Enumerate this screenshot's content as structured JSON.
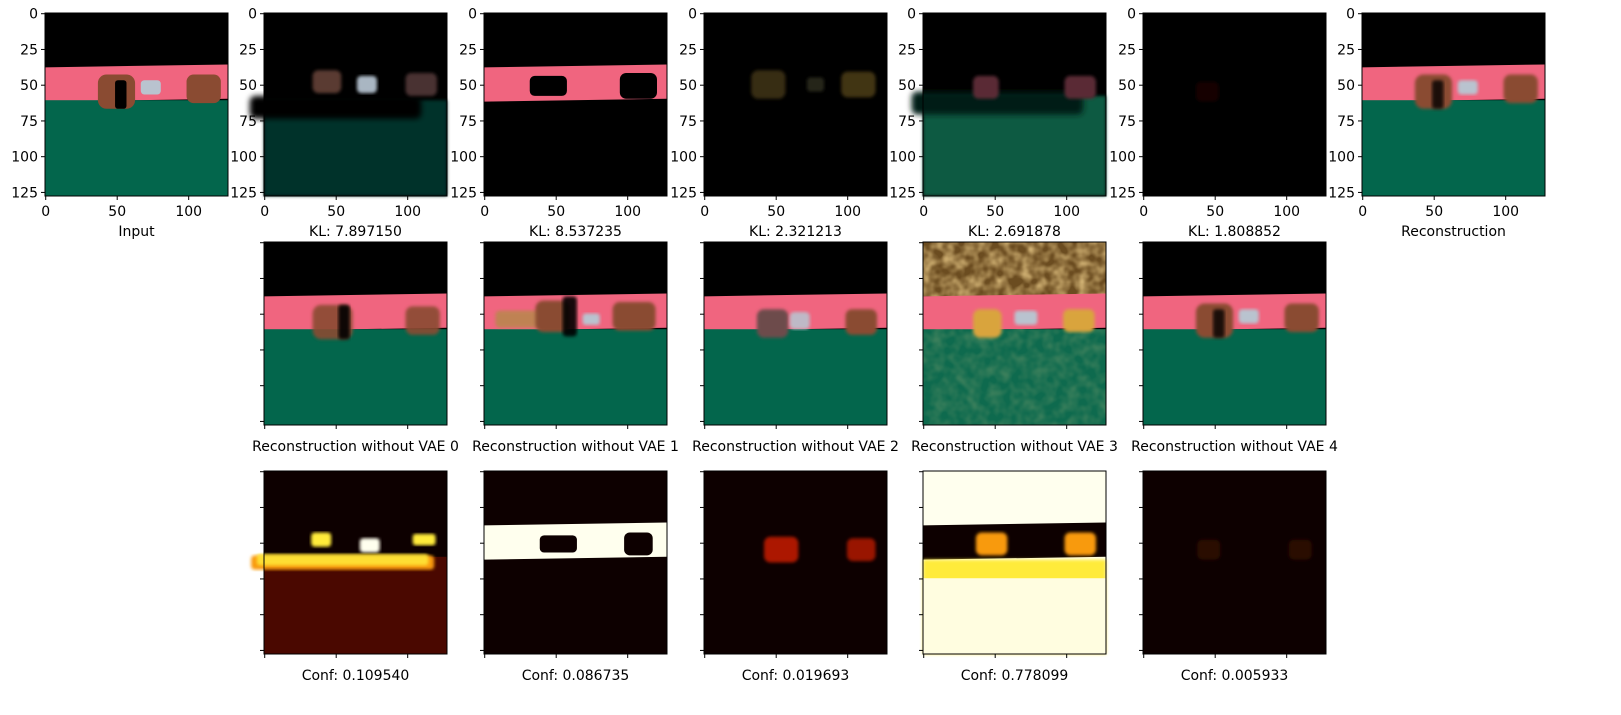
{
  "figure": {
    "row1_labels": [
      "Input",
      "KL: 7.897150",
      "KL: 8.537235",
      "KL: 2.321213",
      "KL: 2.691878",
      "KL: 1.808852",
      "Reconstruction"
    ],
    "row2_labels": [
      "Reconstruction without VAE 0",
      "Reconstruction without VAE 1",
      "Reconstruction without VAE 2",
      "Reconstruction without VAE 3",
      "Reconstruction without VAE 4"
    ],
    "row3_labels": [
      "Conf: 0.109540",
      "Conf: 0.086735",
      "Conf: 0.019693",
      "Conf: 0.778099",
      "Conf: 0.005933"
    ]
  },
  "chart_data": {
    "type": "heatmap",
    "image_size": [
      128,
      128
    ],
    "x_ticks": [
      0,
      50,
      100
    ],
    "y_ticks": [
      0,
      25,
      50,
      75,
      100,
      125
    ],
    "kl": [
      7.89715,
      8.537235,
      2.321213,
      2.691878,
      1.808852
    ],
    "conf": [
      0.10954,
      0.086735,
      0.019693,
      0.778099,
      0.005933
    ],
    "colors": {
      "sky": "#000000",
      "wall": "#f0657f",
      "floor": "#03664c",
      "object_brown": "#8a4b32",
      "car_grey": "#b9c3cf",
      "heat_dark": "#0d0000",
      "heat_red": "#c81e00",
      "heat_orange": "#f89a0c",
      "heat_yellow": "#ffeb3a",
      "heat_white": "#ffffee"
    }
  }
}
